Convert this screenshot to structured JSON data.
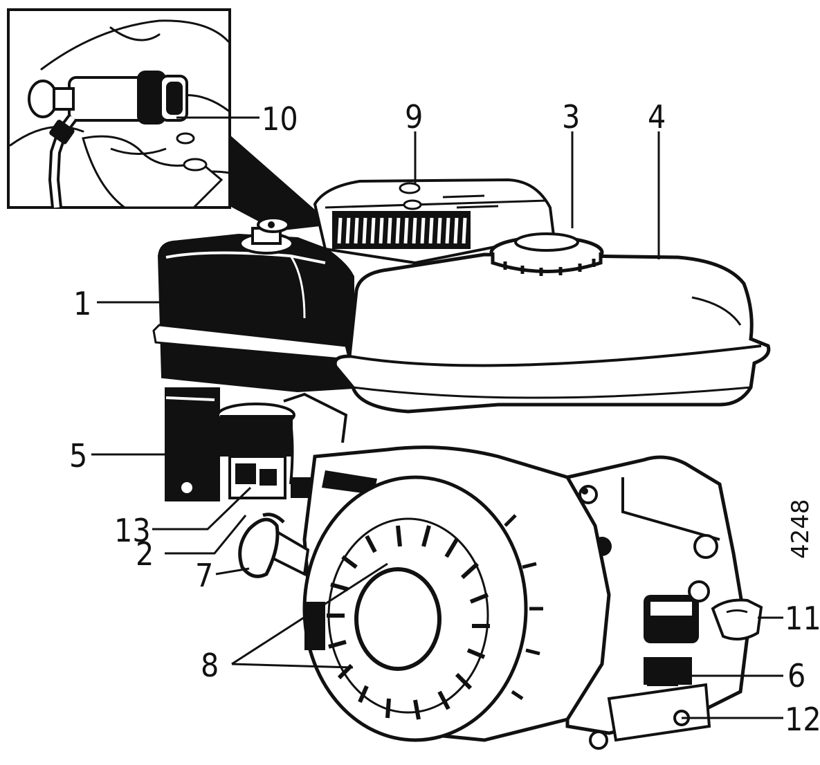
{
  "figure": {
    "number": "4248",
    "part_labels": {
      "p1": "1",
      "p2": "2",
      "p3": "3",
      "p4": "4",
      "p5": "5",
      "p6": "6",
      "p7": "7",
      "p8": "8",
      "p9": "9",
      "p10": "10",
      "p11": "11",
      "p12": "12",
      "p13": "13"
    }
  },
  "colors": {
    "ink": "#111111",
    "paper": "#ffffff"
  }
}
